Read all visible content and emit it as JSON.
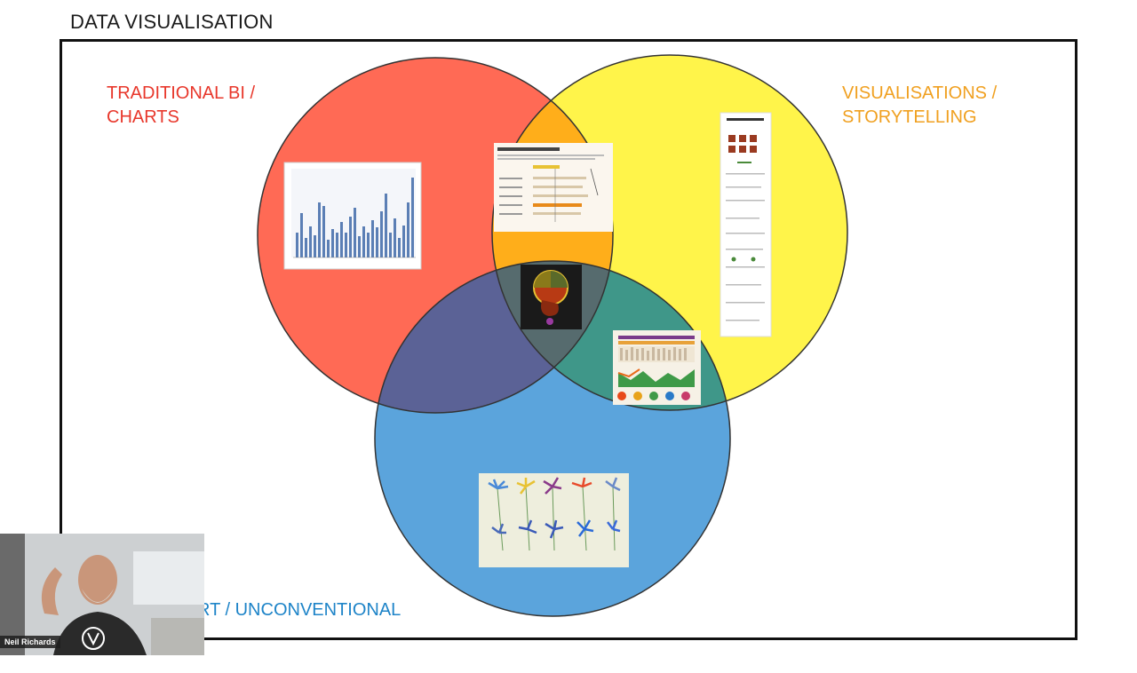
{
  "slide": {
    "title": "DATA VISUALISATION"
  },
  "venn": {
    "labels": {
      "bi": [
        "TRADITIONAL BI /",
        "CHARTS"
      ],
      "vis": [
        "VISUALISATIONS /",
        "STORYTELLING"
      ],
      "art": [
        "RT / UNCONVENTIONAL"
      ]
    },
    "colors": {
      "bi": "#ff5a4a",
      "vis": "#fff02e",
      "art": "#3a8fd8",
      "bi_label": "#e8372b",
      "vis_label": "#f0a020",
      "art_label": "#1e84c8"
    }
  },
  "webcam": {
    "name": "Neil Richards"
  }
}
